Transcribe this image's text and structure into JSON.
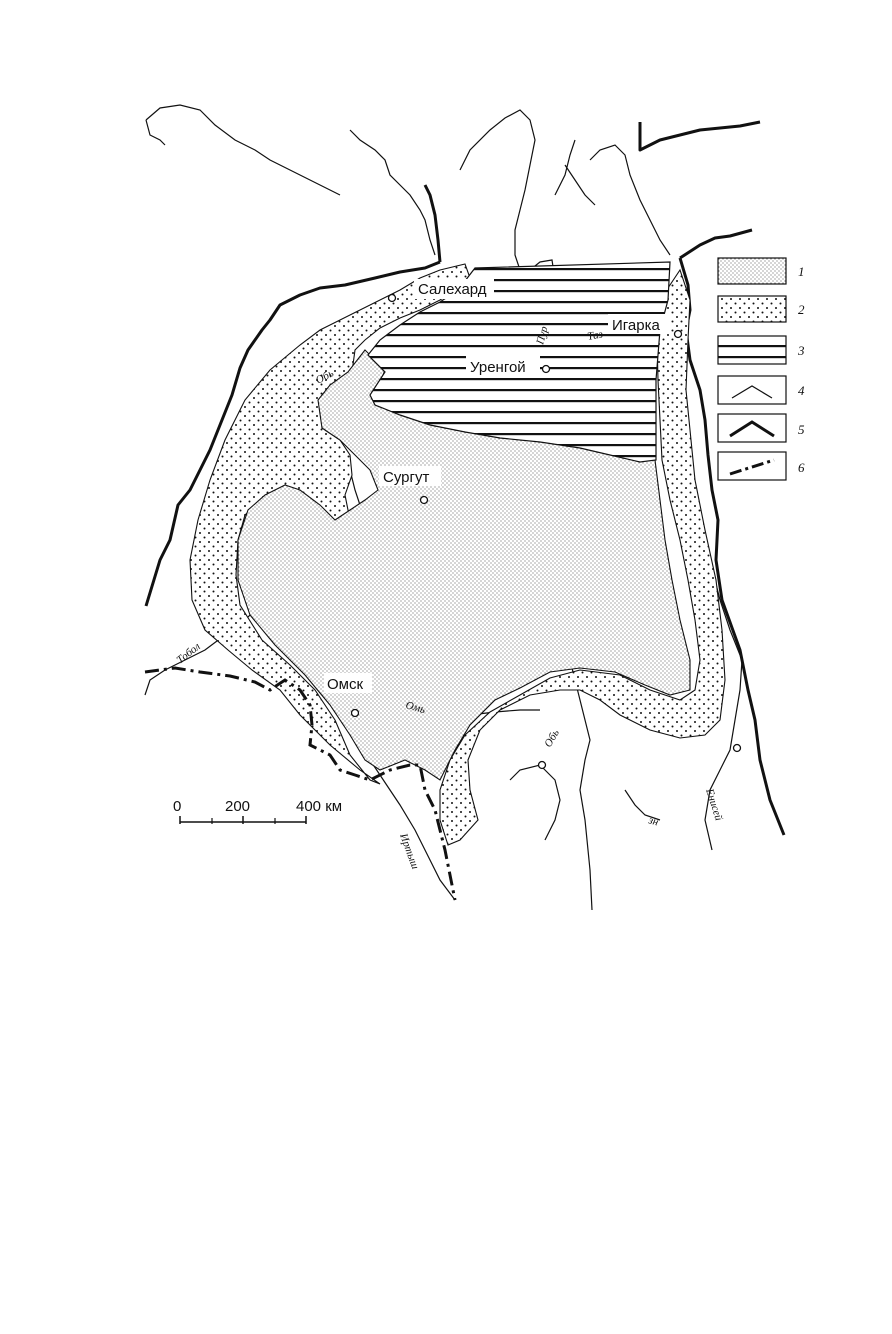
{
  "map": {
    "cities": {
      "salekhard": "Салехард",
      "igarka": "Игарка",
      "urengoy": "Уренгой",
      "surgut": "Сургут",
      "omsk": "Омск"
    },
    "rivers": {
      "ob_north": "Обь",
      "pur": "Пур",
      "taz": "Таз",
      "tobol": "Тобол",
      "om": "Омь",
      "ob_south": "Обь",
      "irtysh": "Иртыш",
      "yenisei": "Енисей",
      "zn": "зн"
    },
    "scale": {
      "tick_0": "0",
      "tick_200": "200",
      "tick_400": "400 км"
    }
  },
  "legend": {
    "items": [
      {
        "number": "1",
        "symbol": "dense-stipple-fill"
      },
      {
        "number": "2",
        "symbol": "sparse-dot-fill"
      },
      {
        "number": "3",
        "symbol": "horizontal-hatch-fill"
      },
      {
        "number": "4",
        "symbol": "thin-line"
      },
      {
        "number": "5",
        "symbol": "thick-line"
      },
      {
        "number": "6",
        "symbol": "dash-dot-line"
      }
    ]
  },
  "colors": {
    "ink": "#111111",
    "paper": "#ffffff"
  }
}
